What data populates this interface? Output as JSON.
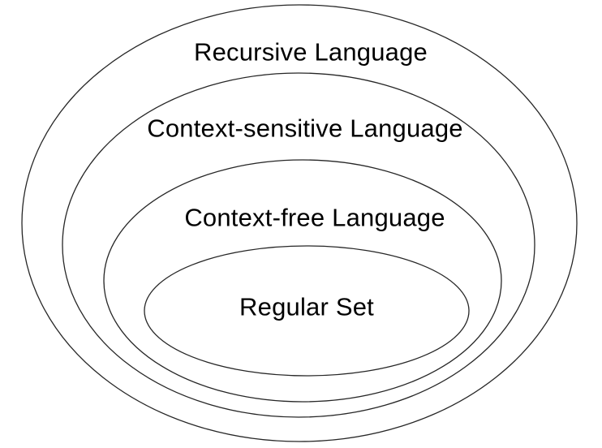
{
  "diagram": {
    "type": "nested-ellipses",
    "background_color": "#ffffff",
    "stroke_color": "#262626",
    "text_color": "#000000",
    "levels": [
      {
        "label": "Recursive Language"
      },
      {
        "label": "Context-sensitive Language"
      },
      {
        "label": "Context-free Language"
      },
      {
        "label": "Regular Set"
      }
    ]
  }
}
